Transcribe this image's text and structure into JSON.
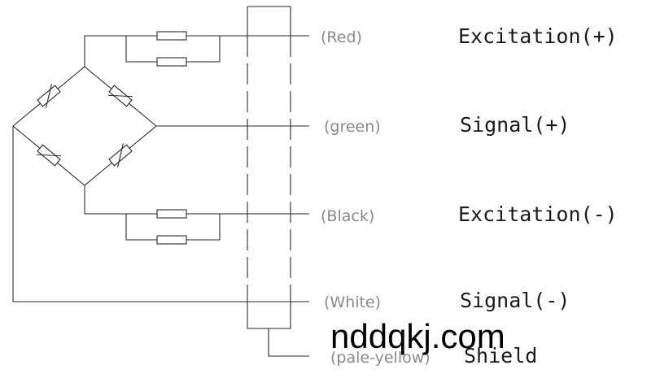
{
  "wires": [
    {
      "color": "(Red)",
      "function": "Excitation(+)"
    },
    {
      "color": "(green)",
      "function": "Signal(+)"
    },
    {
      "color": "(Black)",
      "function": "Excitation(-)"
    },
    {
      "color": "(White)",
      "function": "Signal(-)"
    },
    {
      "color": "(pale-yellow)",
      "function": "Shield"
    }
  ],
  "watermark": "nddqkj.com"
}
